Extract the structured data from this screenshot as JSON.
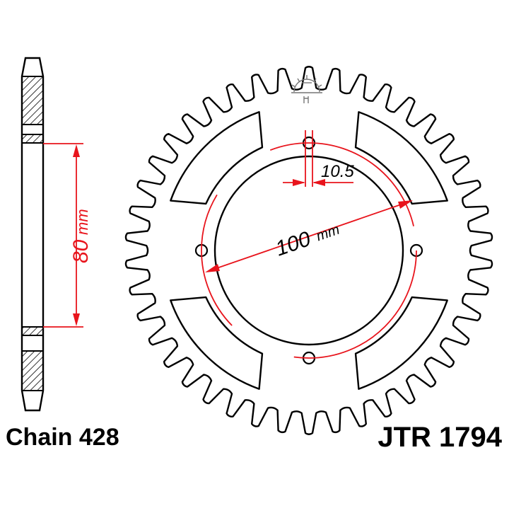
{
  "drawing": {
    "chain_label": "Chain 428",
    "part_number": "JTR 1794",
    "hub_width_value": "80",
    "hub_width_unit": "mm",
    "pcd_value": "100",
    "pcd_unit": "mm",
    "bolt_hole_dimension": "10.5",
    "teeth": 42,
    "bolt_holes": 4,
    "colors": {
      "outline": "#000000",
      "dimension": "#e8141c",
      "hatch": "#000000",
      "logo": "#777777"
    },
    "logo_icon": "jt-sun-logo-icon"
  }
}
